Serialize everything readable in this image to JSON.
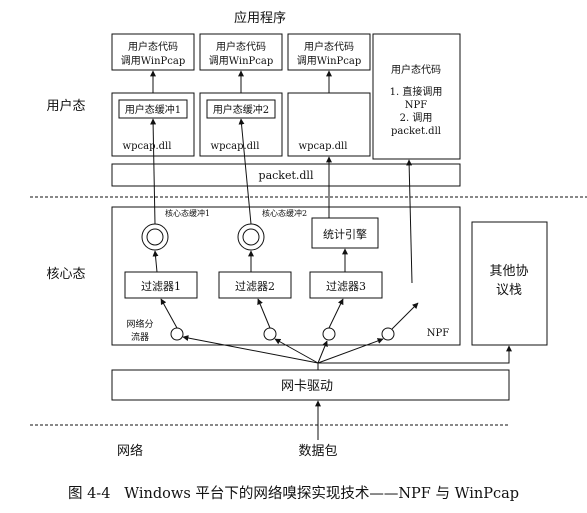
{
  "header": {
    "app_title": "应用程序"
  },
  "zones": {
    "user": "用户态",
    "kernel": "核心态",
    "network": "网络"
  },
  "apps": [
    {
      "line1": "用户态代码",
      "line2": "调用WinPcap"
    },
    {
      "line1": "用户态代码",
      "line2": "调用WinPcap"
    },
    {
      "line1": "用户态代码",
      "line2": "调用WinPcap"
    }
  ],
  "direct_app": {
    "title": "用户态代码",
    "line1": "1. 直接调用",
    "line2": "NPF",
    "line3": "2. 调用",
    "line4": "packet.dll"
  },
  "user_buffers": [
    "用户态缓冲1",
    "用户态缓冲2"
  ],
  "wpcap": [
    "wpcap.dll",
    "wpcap.dll",
    "wpcap.dll"
  ],
  "packet_dll": "packet.dll",
  "kernel_buffers": [
    "核心态缓冲1",
    "核心态缓冲2"
  ],
  "stats_engine": "统计引擎",
  "filters": [
    "过滤器1",
    "过滤器2",
    "过滤器3"
  ],
  "network_tap": {
    "line1": "网络分",
    "line2": "流器"
  },
  "npf": "NPF",
  "other_stack": {
    "line1": "其他协",
    "line2": "议栈"
  },
  "nic_driver": "网卡驱动",
  "packets": "数据包",
  "caption": {
    "fig": "图 4-4",
    "text": "Windows 平台下的网络嗅探实现技术——NPF 与 WinPcap"
  }
}
